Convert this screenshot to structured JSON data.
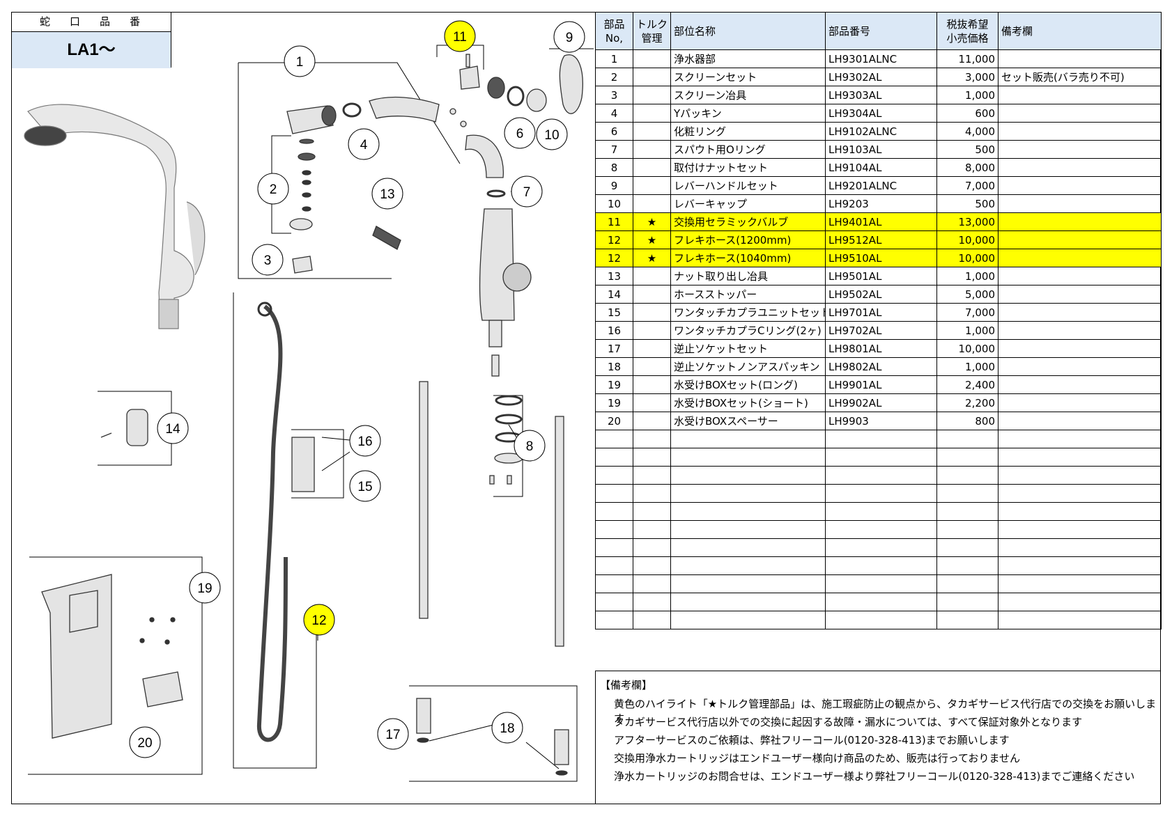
{
  "model": {
    "label": "蛇口品番",
    "value": "LA1〜"
  },
  "table": {
    "headers": {
      "no": [
        "部品",
        "No,"
      ],
      "torque": [
        "トルク",
        "管理"
      ],
      "name": "部位名称",
      "part": "部品番号",
      "price": [
        "税抜希望",
        "小売価格"
      ],
      "remarks": "備考欄"
    },
    "rows": [
      {
        "no": "1",
        "torque": "",
        "name": "浄水器部",
        "part": "LH9301ALNC",
        "price": "11,000",
        "remarks": "",
        "hl": false
      },
      {
        "no": "2",
        "torque": "",
        "name": "スクリーンセット",
        "part": "LH9302AL",
        "price": "3,000",
        "remarks": "セット販売(バラ売り不可)",
        "hl": false
      },
      {
        "no": "3",
        "torque": "",
        "name": "スクリーン冶具",
        "part": "LH9303AL",
        "price": "1,000",
        "remarks": "",
        "hl": false
      },
      {
        "no": "4",
        "torque": "",
        "name": "Yパッキン",
        "part": "LH9304AL",
        "price": "600",
        "remarks": "",
        "hl": false
      },
      {
        "no": "6",
        "torque": "",
        "name": "化粧リング",
        "part": "LH9102ALNC",
        "price": "4,000",
        "remarks": "",
        "hl": false
      },
      {
        "no": "7",
        "torque": "",
        "name": "スパウト用Oリング",
        "part": "LH9103AL",
        "price": "500",
        "remarks": "",
        "hl": false
      },
      {
        "no": "8",
        "torque": "",
        "name": "取付けナットセット",
        "part": "LH9104AL",
        "price": "8,000",
        "remarks": "",
        "hl": false
      },
      {
        "no": "9",
        "torque": "",
        "name": "レバーハンドルセット",
        "part": "LH9201ALNC",
        "price": "7,000",
        "remarks": "",
        "hl": false
      },
      {
        "no": "10",
        "torque": "",
        "name": "レバーキャップ",
        "part": "LH9203",
        "price": "500",
        "remarks": "",
        "hl": false
      },
      {
        "no": "11",
        "torque": "★",
        "name": "交換用セラミックバルブ",
        "part": "LH9401AL",
        "price": "13,000",
        "remarks": "",
        "hl": true
      },
      {
        "no": "12",
        "torque": "★",
        "name": "フレキホース(1200mm)",
        "part": "LH9512AL",
        "price": "10,000",
        "remarks": "",
        "hl": true
      },
      {
        "no": "12",
        "torque": "★",
        "name": "フレキホース(1040mm)",
        "part": "LH9510AL",
        "price": "10,000",
        "remarks": "",
        "hl": true
      },
      {
        "no": "13",
        "torque": "",
        "name": "ナット取り出し冶具",
        "part": "LH9501AL",
        "price": "1,000",
        "remarks": "",
        "hl": false
      },
      {
        "no": "14",
        "torque": "",
        "name": "ホースストッパー",
        "part": "LH9502AL",
        "price": "5,000",
        "remarks": "",
        "hl": false
      },
      {
        "no": "15",
        "torque": "",
        "name": "ワンタッチカプラユニットセット",
        "part": "LH9701AL",
        "price": "7,000",
        "remarks": "",
        "hl": false
      },
      {
        "no": "16",
        "torque": "",
        "name": "ワンタッチカプラCリング(2ヶ)",
        "part": "LH9702AL",
        "price": "1,000",
        "remarks": "",
        "hl": false
      },
      {
        "no": "17",
        "torque": "",
        "name": "逆止ソケットセット",
        "part": "LH9801AL",
        "price": "10,000",
        "remarks": "",
        "hl": false
      },
      {
        "no": "18",
        "torque": "",
        "name": "逆止ソケットノンアスパッキン",
        "part": "LH9802AL",
        "price": "1,000",
        "remarks": "",
        "hl": false
      },
      {
        "no": "19",
        "torque": "",
        "name": "水受けBOXセット(ロング)",
        "part": "LH9901AL",
        "price": "2,400",
        "remarks": "",
        "hl": false
      },
      {
        "no": "19",
        "torque": "",
        "name": "水受けBOXセット(ショート)",
        "part": "LH9902AL",
        "price": "2,200",
        "remarks": "",
        "hl": false
      },
      {
        "no": "20",
        "torque": "",
        "name": "水受けBOXスペーサー",
        "part": "LH9903",
        "price": "800",
        "remarks": "",
        "hl": false
      }
    ],
    "blank_rows": 11
  },
  "notes": {
    "title": "【備考欄】",
    "lines": [
      "黄色のハイライト「★トルク管理部品」は、施工瑕疵防止の観点から、タカギサービス代行店での交換をお願いします",
      "タカギサービス代行店以外での交換に起因する故障・漏水については、すべて保証対象外となります",
      "アフターサービスのご依頼は、弊社フリーコール(0120-328-413)までお願いします",
      "交換用浄水カートリッジはエンドユーザー様向け商品のため、販売は行っておりません",
      "浄水カートリッジのお問合せは、エンドユーザー様より弊社フリーコール(0120-328-413)までご連絡ください"
    ]
  },
  "callouts": [
    {
      "id": "c1",
      "label": "1",
      "highlight": false
    },
    {
      "id": "c2",
      "label": "2",
      "highlight": false
    },
    {
      "id": "c3",
      "label": "3",
      "highlight": false
    },
    {
      "id": "c4",
      "label": "4",
      "highlight": false
    },
    {
      "id": "c6",
      "label": "6",
      "highlight": false
    },
    {
      "id": "c7",
      "label": "7",
      "highlight": false
    },
    {
      "id": "c8",
      "label": "8",
      "highlight": false
    },
    {
      "id": "c9",
      "label": "9",
      "highlight": false
    },
    {
      "id": "c10",
      "label": "10",
      "highlight": false
    },
    {
      "id": "c11",
      "label": "11",
      "highlight": true
    },
    {
      "id": "c12",
      "label": "12",
      "highlight": true
    },
    {
      "id": "c13",
      "label": "13",
      "highlight": false
    },
    {
      "id": "c14",
      "label": "14",
      "highlight": false
    },
    {
      "id": "c15",
      "label": "15",
      "highlight": false
    },
    {
      "id": "c16",
      "label": "16",
      "highlight": false
    },
    {
      "id": "c17",
      "label": "17",
      "highlight": false
    },
    {
      "id": "c18",
      "label": "18",
      "highlight": false
    },
    {
      "id": "c19",
      "label": "19",
      "highlight": false
    },
    {
      "id": "c20",
      "label": "20",
      "highlight": false
    }
  ],
  "colors": {
    "header_bg": "#dbe8f6",
    "highlight": "#ffff00"
  }
}
